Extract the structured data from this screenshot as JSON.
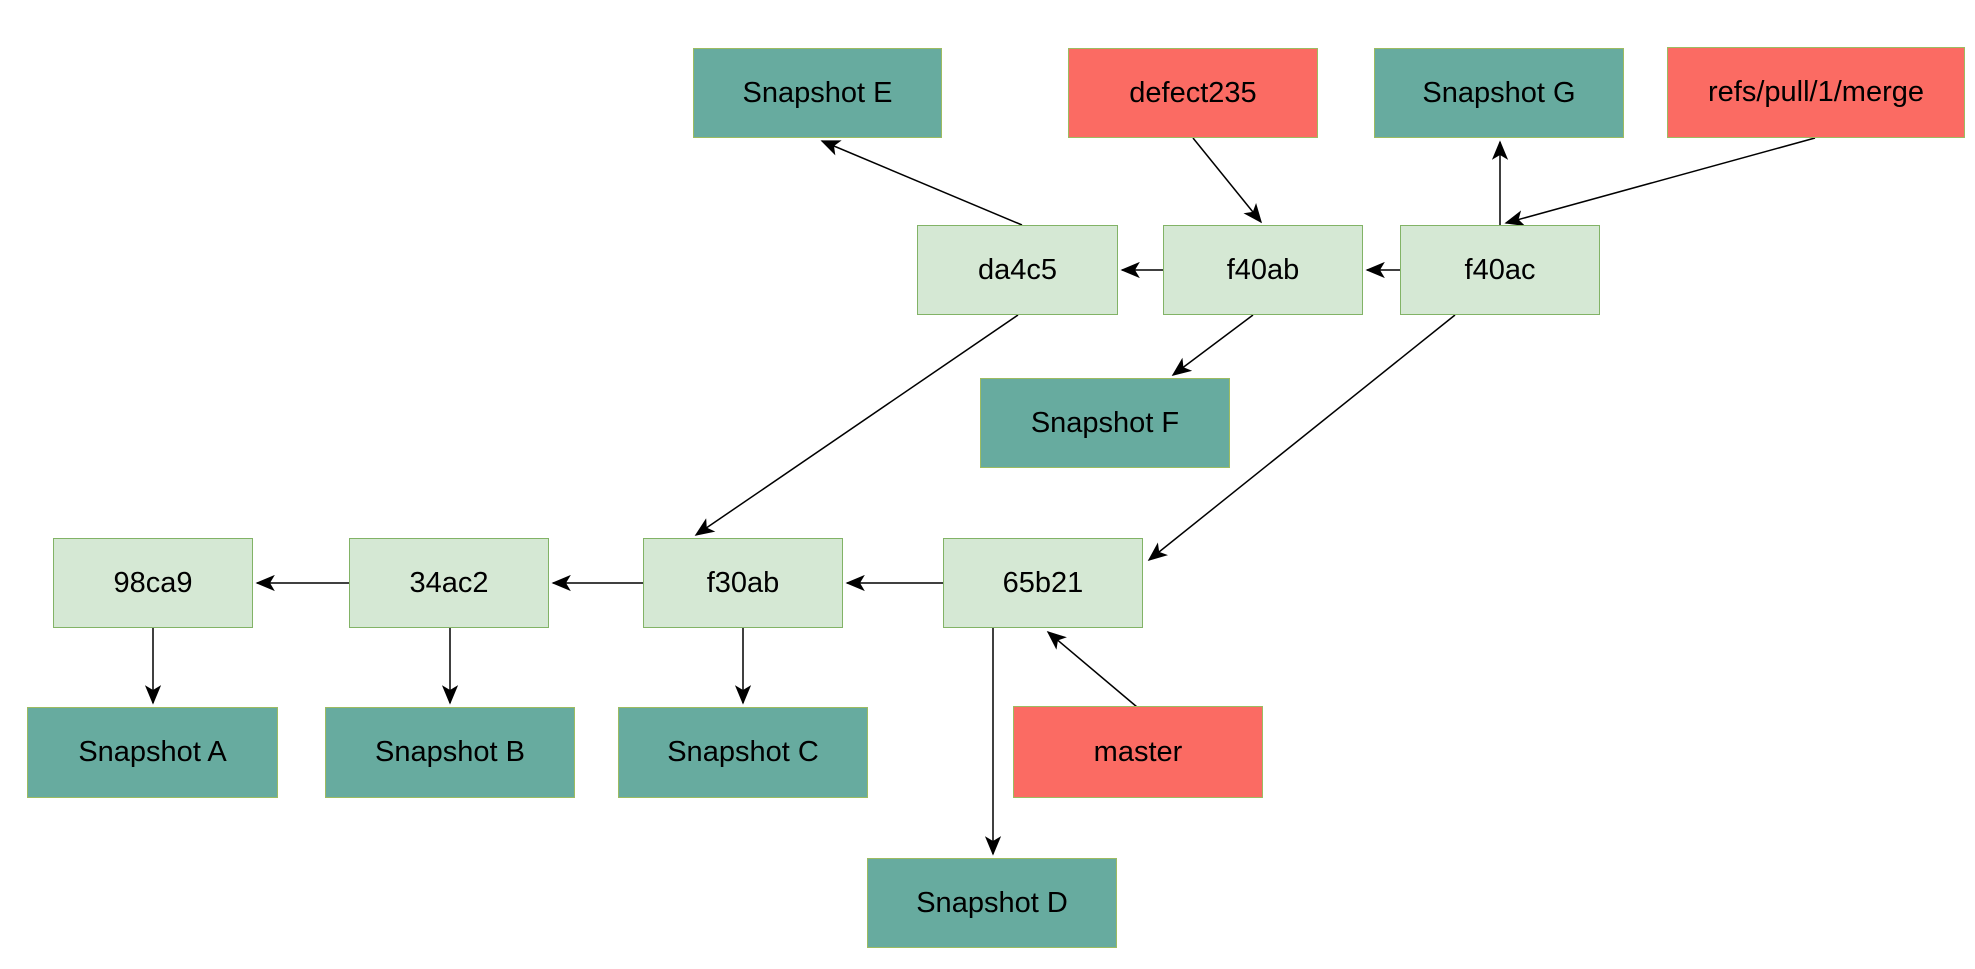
{
  "diagram": {
    "title": "git commit graph with snapshots and refs",
    "background": "#ffffff",
    "colors": {
      "commit_fill": "#d5e8d4",
      "commit_stroke": "#82b366",
      "snapshot_fill": "#67ab9f",
      "snapshot_stroke": "#9dbb61",
      "ref_fill": "#fb6b63",
      "ref_stroke": "#9dbb61",
      "edge": "#000000",
      "text": "#000000"
    },
    "nodes": {
      "snapshot_e": {
        "label": "Snapshot E",
        "kind": "snapshot"
      },
      "defect235": {
        "label": "defect235",
        "kind": "ref"
      },
      "snapshot_g": {
        "label": "Snapshot G",
        "kind": "snapshot"
      },
      "refs_pull_1_merge": {
        "label": "refs/pull/1/merge",
        "kind": "ref"
      },
      "da4c5": {
        "label": "da4c5",
        "kind": "commit"
      },
      "f40ab": {
        "label": "f40ab",
        "kind": "commit"
      },
      "f40ac": {
        "label": "f40ac",
        "kind": "commit"
      },
      "snapshot_f": {
        "label": "Snapshot F",
        "kind": "snapshot"
      },
      "98ca9": {
        "label": "98ca9",
        "kind": "commit"
      },
      "34ac2": {
        "label": "34ac2",
        "kind": "commit"
      },
      "f30ab": {
        "label": "f30ab",
        "kind": "commit"
      },
      "65b21": {
        "label": "65b21",
        "kind": "commit"
      },
      "snapshot_a": {
        "label": "Snapshot A",
        "kind": "snapshot"
      },
      "snapshot_b": {
        "label": "Snapshot B",
        "kind": "snapshot"
      },
      "snapshot_c": {
        "label": "Snapshot C",
        "kind": "snapshot"
      },
      "master": {
        "label": "master",
        "kind": "ref"
      },
      "snapshot_d": {
        "label": "Snapshot D",
        "kind": "snapshot"
      }
    },
    "edges": [
      {
        "from": "da4c5",
        "to": "snapshot_e"
      },
      {
        "from": "defect235",
        "to": "f40ab"
      },
      {
        "from": "refs_pull_1_merge",
        "to": "f40ac"
      },
      {
        "from": "f40ac",
        "to": "snapshot_g"
      },
      {
        "from": "f40ab",
        "to": "da4c5"
      },
      {
        "from": "f40ac",
        "to": "f40ab"
      },
      {
        "from": "f40ab",
        "to": "snapshot_f"
      },
      {
        "from": "da4c5",
        "to": "f30ab"
      },
      {
        "from": "f40ac",
        "to": "65b21"
      },
      {
        "from": "65b21",
        "to": "f30ab"
      },
      {
        "from": "f30ab",
        "to": "34ac2"
      },
      {
        "from": "34ac2",
        "to": "98ca9"
      },
      {
        "from": "98ca9",
        "to": "snapshot_a"
      },
      {
        "from": "34ac2",
        "to": "snapshot_b"
      },
      {
        "from": "f30ab",
        "to": "snapshot_c"
      },
      {
        "from": "65b21",
        "to": "snapshot_d"
      },
      {
        "from": "master",
        "to": "65b21"
      }
    ]
  }
}
